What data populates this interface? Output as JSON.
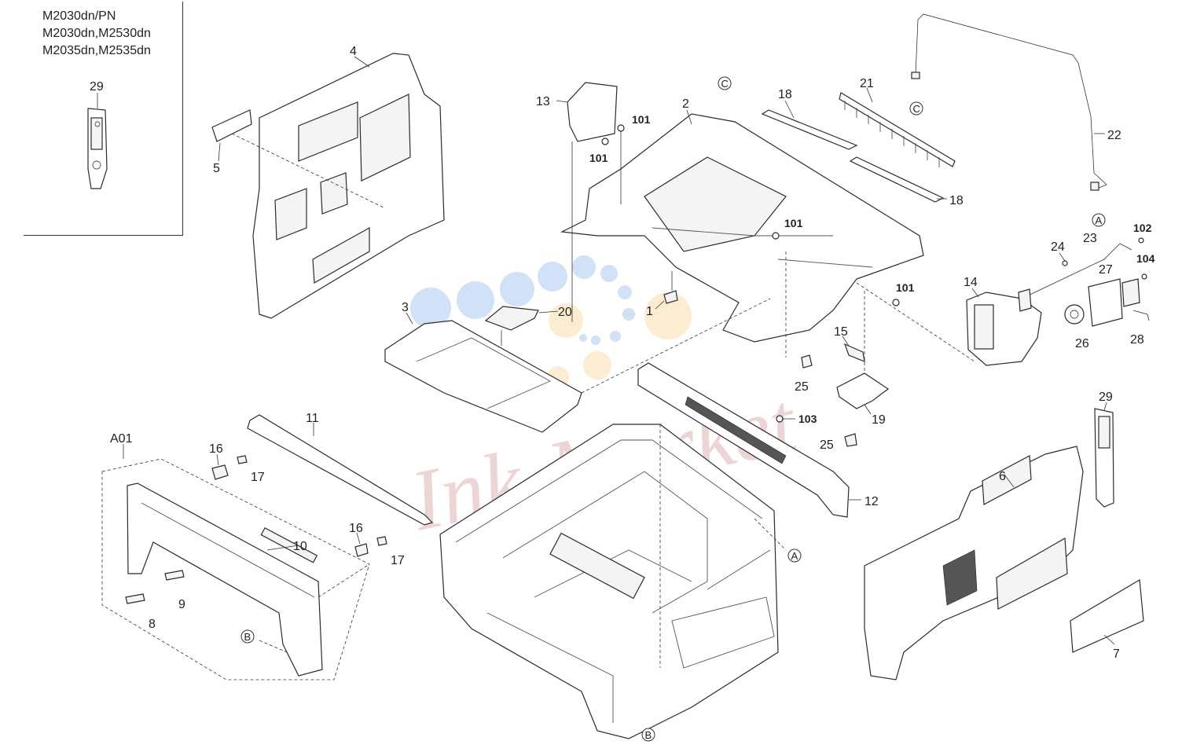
{
  "models": [
    "M2030dn/PN",
    "M2030dn,M2530dn",
    "M2035dn,M2535dn"
  ],
  "watermark": "Ink-Market",
  "group_label": "A01",
  "parts": {
    "p1": "1",
    "p2": "2",
    "p3": "3",
    "p4": "4",
    "p5": "5",
    "p6": "6",
    "p7": "7",
    "p8": "8",
    "p9": "9",
    "p10": "10",
    "p11": "11",
    "p12": "12",
    "p13": "13",
    "p14": "14",
    "p15": "15",
    "p16a": "16",
    "p16b": "16",
    "p17a": "17",
    "p17b": "17",
    "p18a": "18",
    "p18b": "18",
    "p19": "19",
    "p20": "20",
    "p21": "21",
    "p22": "22",
    "p23": "23",
    "p24": "24",
    "p25a": "25",
    "p25b": "25",
    "p26": "26",
    "p27": "27",
    "p28": "28",
    "p29a": "29",
    "p29b": "29"
  },
  "screws": {
    "s101a": "101",
    "s101b": "101",
    "s101c": "101",
    "s101d": "101",
    "s102": "102",
    "s103": "103",
    "s104": "104"
  },
  "markers": {
    "a1": "A",
    "a2": "A",
    "b1": "B",
    "b2": "B",
    "c1": "C",
    "c2": "C"
  }
}
